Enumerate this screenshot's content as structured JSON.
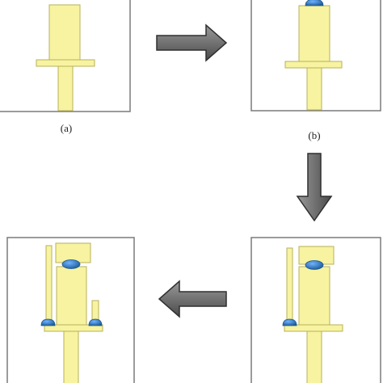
{
  "panels": {
    "a": {
      "label": "(a)"
    },
    "b": {
      "label": "(b)"
    },
    "c": {
      "label": ""
    },
    "d": {
      "label": ""
    }
  },
  "colors": {
    "background": "#ffffff",
    "frame": "#7a7a7a",
    "metal": "#f7f3a0",
    "metal_outline": "#b7b15a",
    "solder_ball": "#2f7fc8",
    "solder_ball_dark": "#1d5a96",
    "arrow_fill": "#6b6b6b",
    "arrow_outline": "#2f2f2f"
  },
  "arrows": [
    {
      "name": "arrow-a-to-b",
      "direction": "right"
    },
    {
      "name": "arrow-b-to-c",
      "direction": "down"
    },
    {
      "name": "arrow-c-to-d",
      "direction": "left"
    }
  ]
}
